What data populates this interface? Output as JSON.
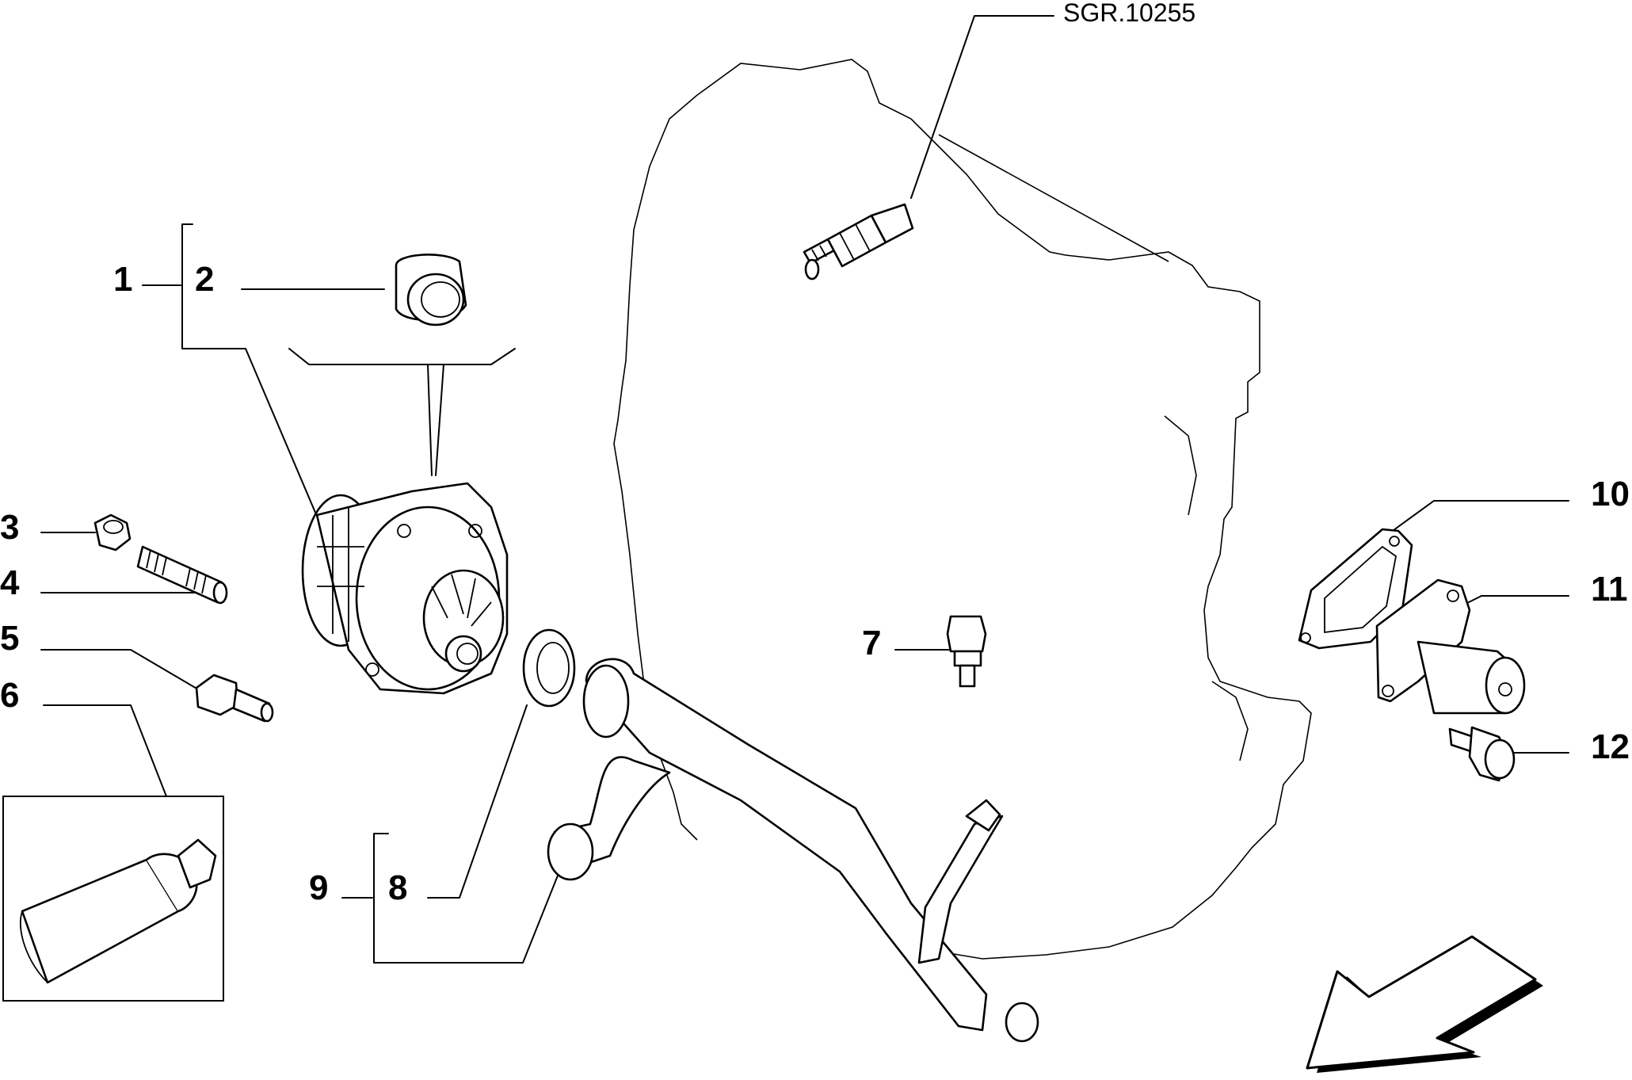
{
  "diagram": {
    "reference_code": "SGR.10255",
    "callouts": [
      "1",
      "2",
      "3",
      "4",
      "5",
      "6",
      "7",
      "8",
      "9",
      "10",
      "11",
      "12"
    ]
  }
}
